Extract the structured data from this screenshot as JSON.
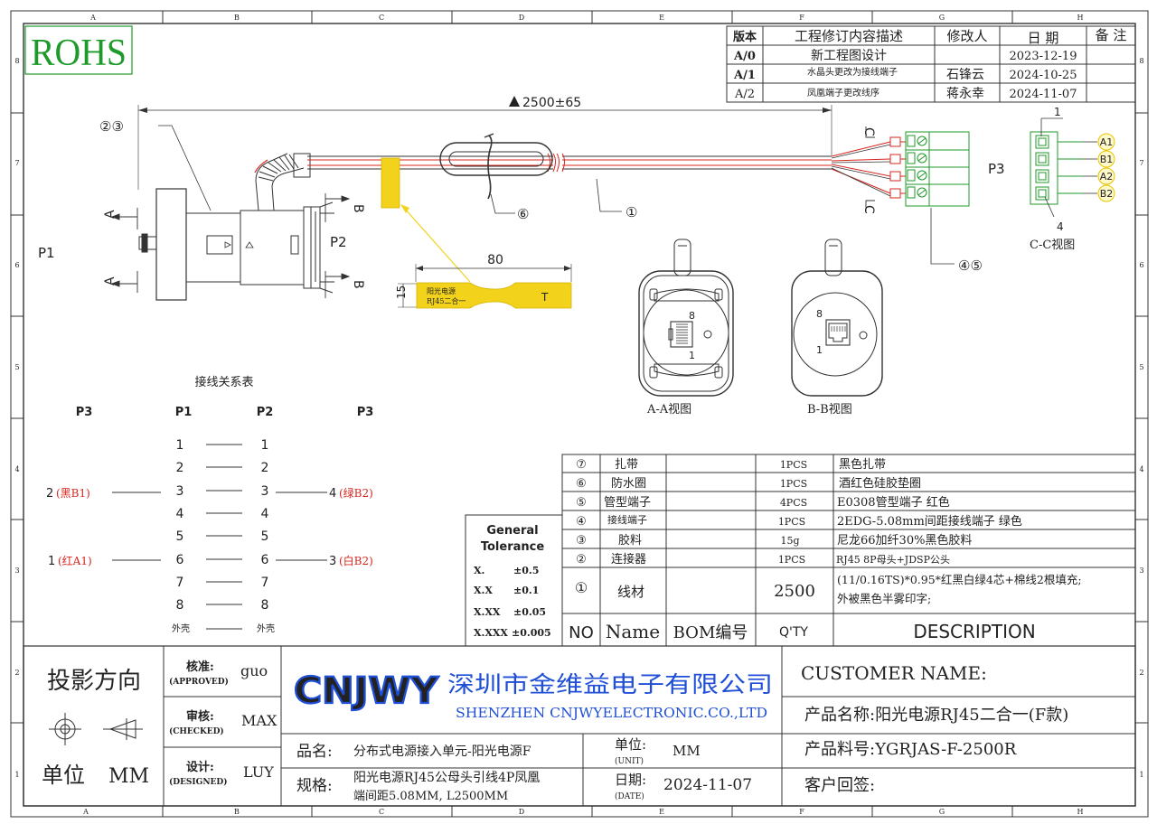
{
  "border": {
    "columns": [
      "A",
      "B",
      "C",
      "D",
      "E",
      "F",
      "G",
      "H"
    ],
    "rows": [
      "8",
      "7",
      "6",
      "5",
      "4",
      "3",
      "2",
      "1"
    ]
  },
  "rohs": "ROHS",
  "revision": {
    "headers": [
      "版本",
      "工程修订内容描述",
      "修改人",
      "日 期",
      "备 注"
    ],
    "rows": [
      [
        "A/0",
        "新工程图设计",
        "",
        "2023-12-19",
        ""
      ],
      [
        "A/1",
        "水晶头更改为接线端子",
        "石锋云",
        "2024-10-25",
        ""
      ],
      [
        "A/2",
        "凤凰端子更改线序",
        "蒋永幸",
        "2024-11-07",
        ""
      ]
    ]
  },
  "drawing": {
    "length": "2500±65",
    "callout_23": "②③",
    "callout_6": "⑥",
    "callout_1": "①",
    "callout_45": "④⑤",
    "p1": "P1",
    "p2": "P2",
    "p3": "P3",
    "section_a": "A",
    "section_b": "B",
    "section_c": "C",
    "label_dim": "80",
    "label_h": "15",
    "label_line1": "阳光电源",
    "label_line2": "RJ45二合一",
    "label_t": "T",
    "view_aa": "A-A视图",
    "view_bb": "B-B视图",
    "view_cc": "C-C视图",
    "pin8": "8",
    "pin1": "1",
    "cc_top": "1",
    "cc_bottom": "4",
    "cc_pins": [
      "A1",
      "B1",
      "A2",
      "B2"
    ]
  },
  "wiring": {
    "title": "接线关系表",
    "headers": [
      "P3",
      "P1",
      "P2",
      "P3"
    ],
    "p1": [
      "1",
      "2",
      "3",
      "4",
      "5",
      "6",
      "7",
      "8",
      "外壳"
    ],
    "p2": [
      "1",
      "2",
      "3",
      "4",
      "5",
      "6",
      "7",
      "8",
      "外壳"
    ],
    "left_b1_num": "2",
    "left_b1": "(黑B1)",
    "left_a1_num": "1",
    "left_a1": "(红A1)",
    "right_b2_num": "4",
    "right_b2": "(绿B2)",
    "right_a2_num": "3",
    "right_a2": "(白B2)"
  },
  "tolerance": {
    "title1": "General",
    "title2": "Tolerance",
    "rows": [
      [
        "X.",
        "±0.5"
      ],
      [
        "X.X",
        "±0.1"
      ],
      [
        "X.XX",
        "±0.05"
      ],
      [
        "X.XXX",
        "±0.005"
      ]
    ]
  },
  "bom": {
    "rows": [
      [
        "⑦",
        "扎带",
        "",
        "1PCS",
        "黑色扎带"
      ],
      [
        "⑥",
        "防水圈",
        "",
        "1PCS",
        "酒红色硅胶垫圈"
      ],
      [
        "⑤",
        "管型端子",
        "",
        "4PCS",
        "E0308管型端子 红色"
      ],
      [
        "④",
        "接线端子",
        "",
        "1PCS",
        "2EDG-5.08mm间距接线端子 绿色"
      ],
      [
        "③",
        "胶料",
        "",
        "15g",
        "尼龙66加纤30%黑色胶料"
      ],
      [
        "②",
        "连接器",
        "",
        "1PCS",
        "RJ45 8P母头+JDSP公头"
      ]
    ],
    "row1": {
      "no": "①",
      "name": "线材",
      "qty": "2500",
      "desc1": "(11/0.16TS)*0.95*红黑白绿4芯+棉线2根填充;",
      "desc2": "外被黑色半雾印字;"
    },
    "headers": [
      "NO",
      "Name",
      "BOM编号",
      "Q'TY",
      "DESCRIPTION"
    ]
  },
  "title_block": {
    "projection": "投影方向",
    "unit_label": "单位",
    "unit_value": "MM",
    "approved": "核准:",
    "approved_en": "(APPROVED)",
    "approved_by": "guo",
    "checked": "审核:",
    "checked_en": "(CHECKED)",
    "checked_by": "MAX",
    "designed": "设计:",
    "designed_en": "(DESIGNED)",
    "designed_by": "LUY",
    "logo": "CNJWY",
    "company_cn": "深圳市金维益电子有限公司",
    "company_en": "SHENZHEN CNJWYELECTRONIC.CO.,LTD",
    "customer": "CUSTOMER NAME:",
    "product_name": "产品名称:阳光电源RJ45二合一(F款)",
    "product_no": "产品料号:YGRJAS-F-2500R",
    "customer_sign": "客户回签:",
    "pinming_label": "品名:",
    "pinming": "分布式电源接入单元-阳光电源F",
    "unit2_label": "单位:",
    "unit2_en": "(UNIT)",
    "unit2_value": "MM",
    "spec_label": "规格:",
    "spec1": "阳光电源RJ45公母头引线4P凤凰",
    "spec2": "端间距5.08MM, L2500MM",
    "date_label": "日期:",
    "date_en": "(DATE)",
    "date_value": "2024-11-07"
  }
}
